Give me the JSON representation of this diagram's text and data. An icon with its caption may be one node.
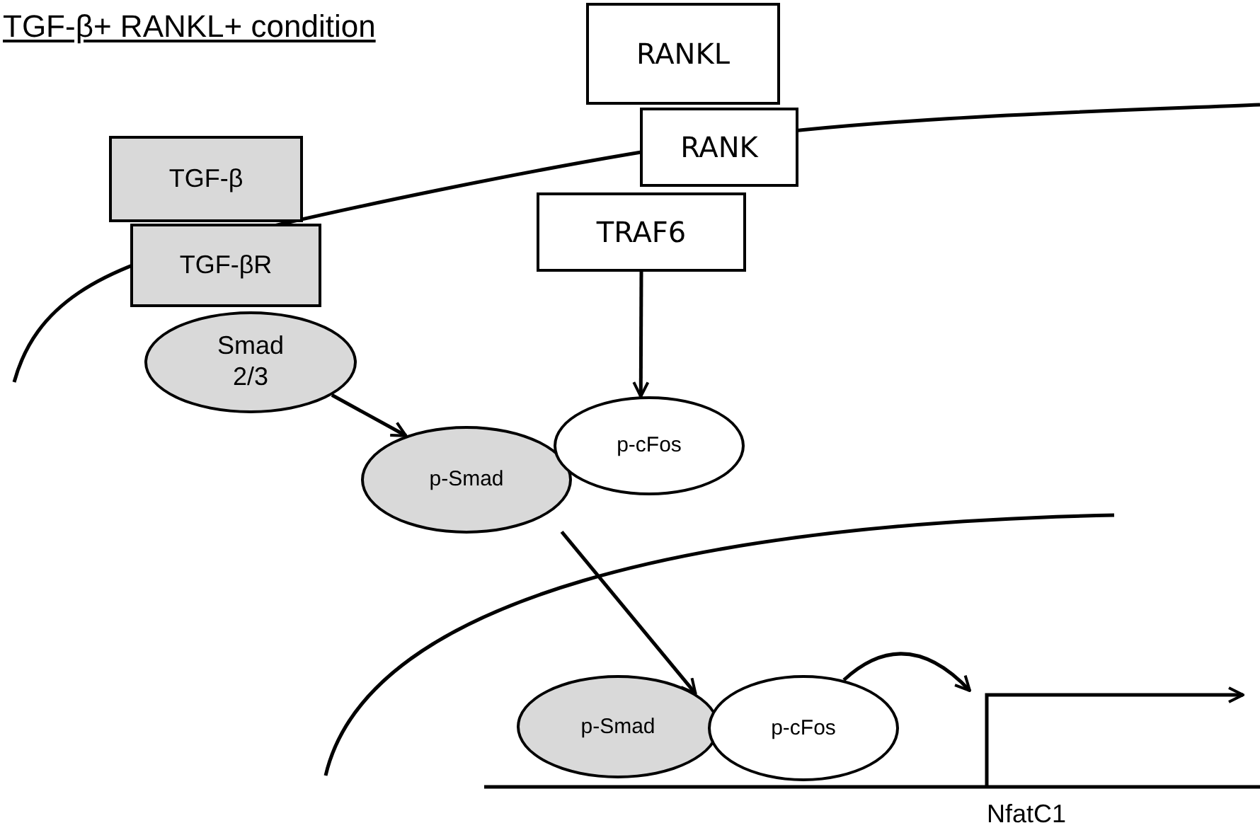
{
  "diagram": {
    "title": "TGF-β+ RANKL+ condition",
    "nodes": [
      {
        "text": [
          "RANKL"
        ]
      },
      {
        "text": [
          "RANK"
        ]
      },
      {
        "text": [
          "TRAF6"
        ]
      },
      {
        "text": [
          "TGF-β"
        ]
      },
      {
        "text": [
          "TGF-βR"
        ]
      },
      {
        "text": [
          "Smad 2/3"
        ]
      },
      {
        "text": [
          "p-Smad"
        ]
      },
      {
        "text": [
          "p-cFos"
        ]
      },
      {
        "text": [
          "p-Smad"
        ]
      },
      {
        "text": [
          "p-cFos"
        ]
      }
    ],
    "edges": [
      {
        "from": 2,
        "to": 7,
        "arrow": "to"
      },
      {
        "from": 5,
        "to": 6,
        "arrow": "to"
      },
      {
        "from": 6,
        "to": 8,
        "arrow": "to"
      },
      {
        "from": 9,
        "to": null,
        "arrow": "to"
      }
    ],
    "labels": [
      "NfatC1"
    ]
  }
}
